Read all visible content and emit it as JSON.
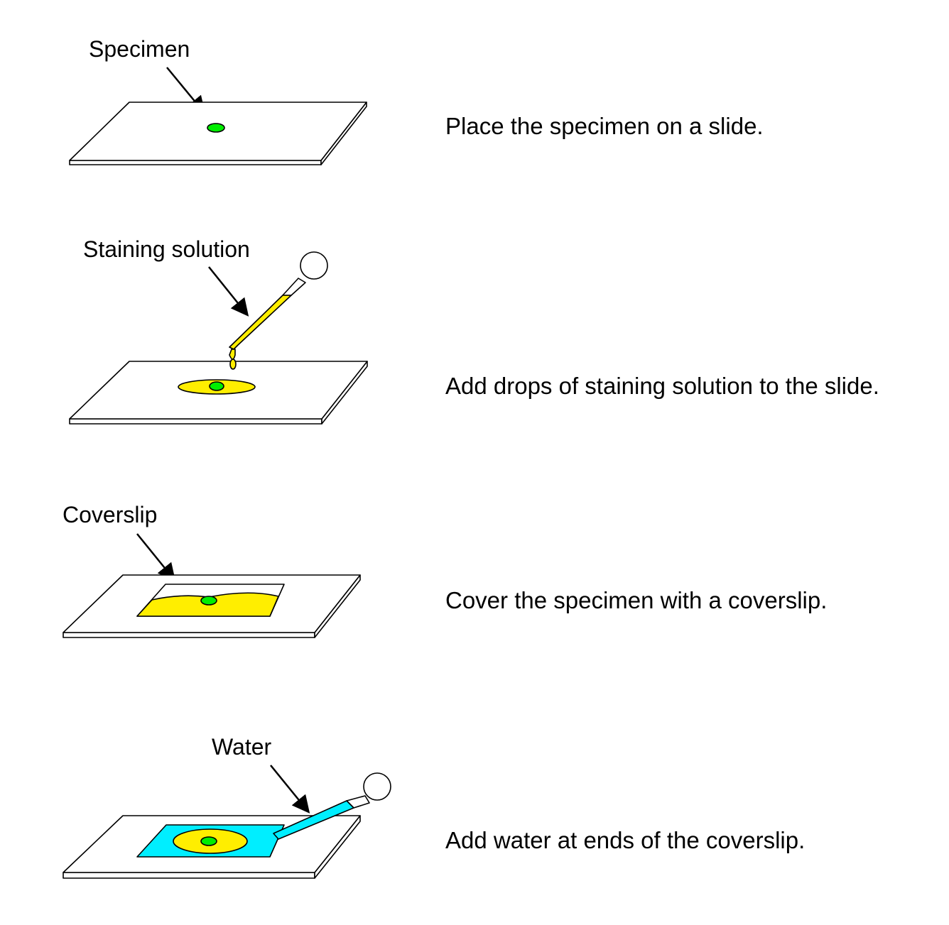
{
  "colors": {
    "specimen": "#00ee00",
    "stain": "#ffee00",
    "water": "#00eeff",
    "slide": "#ffffff",
    "outline": "#000000"
  },
  "steps": [
    {
      "callout": "Specimen",
      "instruction": "Place the specimen on a slide."
    },
    {
      "callout": "Staining solution",
      "instruction": "Add drops of staining solution to the slide."
    },
    {
      "callout": "Coverslip",
      "instruction": "Cover the specimen with a coverslip."
    },
    {
      "callout": "Water",
      "instruction": "Add water at ends of the coverslip."
    }
  ]
}
